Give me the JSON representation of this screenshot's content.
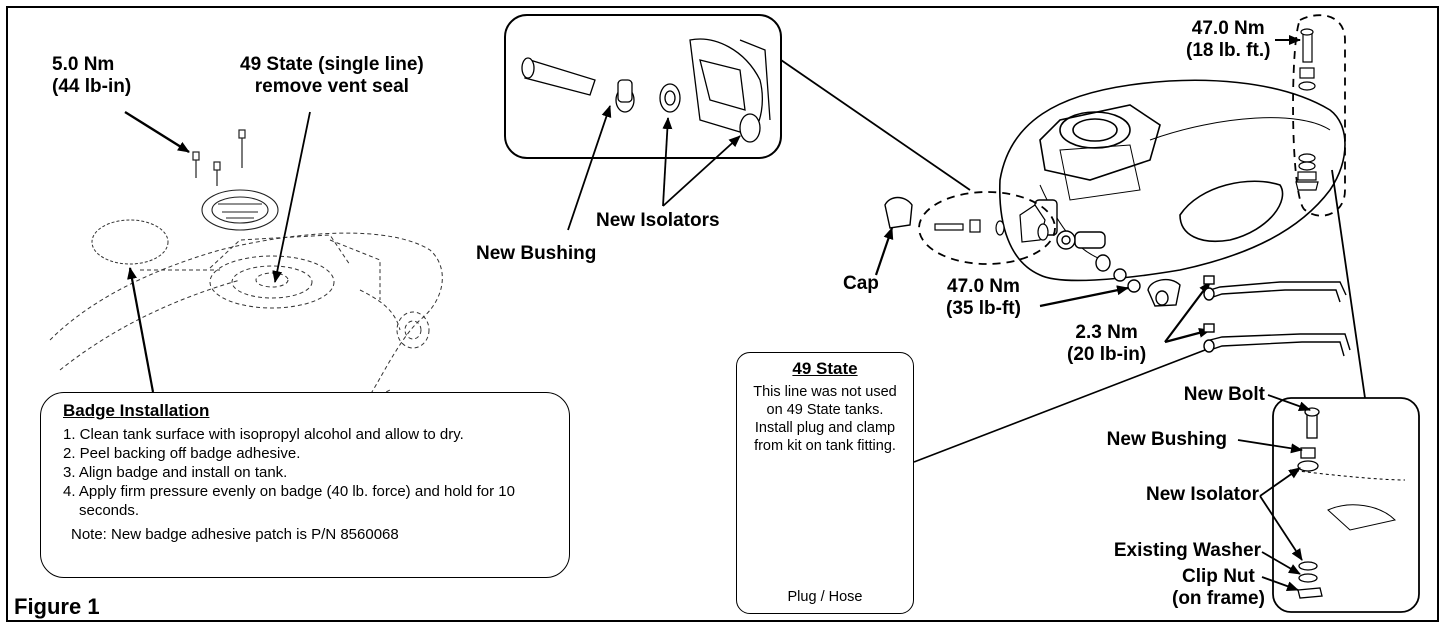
{
  "figure_label": "Figure 1",
  "labels": {
    "torque_badge_screws": [
      "5.0 Nm",
      "(44 lb-in)"
    ],
    "vent_seal": [
      "49 State (single line)",
      "remove vent seal"
    ],
    "new_bushing_top": "New Bushing",
    "new_isolators_top": "New Isolators",
    "cap": "Cap",
    "torque_front_mount": [
      "47.0 Nm",
      "(35 lb-ft)"
    ],
    "torque_clamps": [
      "2.3 Nm",
      "(20 lb-in)"
    ],
    "torque_rear_mount": [
      "47.0 Nm",
      "(18 lb. ft.)"
    ],
    "new_bolt": "New Bolt",
    "new_bushing_rear": "New Bushing",
    "new_isolator_rear": "New Isolator",
    "existing_washer": "Existing Washer",
    "clip_nut": [
      "Clip Nut",
      "(on frame)"
    ]
  },
  "badge_box": {
    "title": "Badge Installation",
    "steps": [
      "1. Clean tank surface with isopropyl alcohol and allow to dry.",
      "2. Peel backing off badge adhesive.",
      "3. Align badge and install on tank.",
      "4. Apply firm pressure evenly on badge (40 lb. force) and hold for 10 seconds."
    ],
    "note": "Note: New badge adhesive patch is P/N 8560068"
  },
  "state_box": {
    "title": "49 State",
    "body": [
      "This line was not used",
      "on 49 State tanks.",
      "Install plug and clamp",
      "from kit on tank fitting."
    ],
    "footer": "Plug / Hose"
  }
}
